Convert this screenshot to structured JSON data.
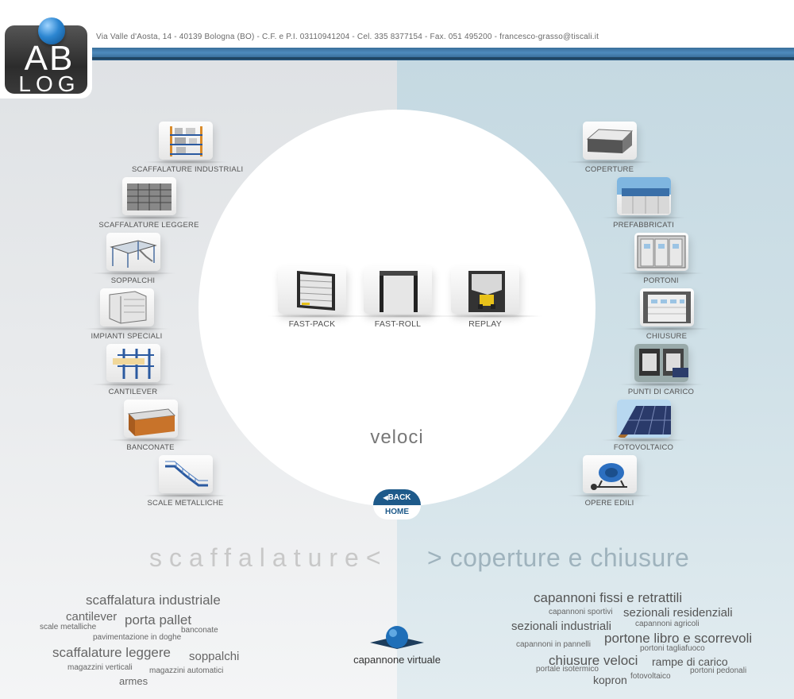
{
  "header": {
    "address": "Via Valle d'Aosta, 14 - 40139 Bologna (BO) - C.F. e P.I. 03110941204 - Cel. 335 8377154 - Fax. 051 495200 - francesco-grasso@tiscali.it"
  },
  "logo": {
    "top": "AB",
    "bottom": "LOG"
  },
  "left_menu": [
    {
      "label": "SCAFFALATURE INDUSTRIALI",
      "icon": "industrial-shelving-icon"
    },
    {
      "label": "SCAFFALATURE LEGGERE",
      "icon": "light-shelving-icon"
    },
    {
      "label": "SOPPALCHI",
      "icon": "mezzanine-icon"
    },
    {
      "label": "IMPIANTI SPECIALI",
      "icon": "special-systems-icon"
    },
    {
      "label": "CANTILEVER",
      "icon": "cantilever-icon"
    },
    {
      "label": "BANCONATE",
      "icon": "counter-icon"
    },
    {
      "label": "SCALE METALLICHE",
      "icon": "metal-stairs-icon"
    }
  ],
  "right_menu": [
    {
      "label": "COPERTURE",
      "icon": "roofing-icon"
    },
    {
      "label": "PREFABBRICATI",
      "icon": "prefab-icon"
    },
    {
      "label": "PORTONI",
      "icon": "gates-icon"
    },
    {
      "label": "CHIUSURE",
      "icon": "closures-icon"
    },
    {
      "label": "PUNTI DI CARICO",
      "icon": "loading-dock-icon"
    },
    {
      "label": "FOTOVOLTAICO",
      "icon": "solar-panel-icon"
    },
    {
      "label": "OPERE EDILI",
      "icon": "concrete-mixer-icon"
    }
  ],
  "center": {
    "products": [
      {
        "label": "FAST-PACK",
        "icon": "fast-pack-door-icon"
      },
      {
        "label": "FAST-ROLL",
        "icon": "fast-roll-door-icon"
      },
      {
        "label": "REPLAY",
        "icon": "replay-door-icon"
      }
    ],
    "title": "veloci"
  },
  "back_home": {
    "back": "BACK",
    "home": "HOME"
  },
  "sections": {
    "left": "scaffalature<",
    "right": "> coperture e chiusure"
  },
  "left_tags": [
    {
      "text": "scaffalatura industriale"
    },
    {
      "text": "cantilever"
    },
    {
      "text": "porta pallet"
    },
    {
      "text": "scale metalliche"
    },
    {
      "text": "banconate"
    },
    {
      "text": "pavimentazione in doghe"
    },
    {
      "text": "scaffalature leggere"
    },
    {
      "text": "soppalchi"
    },
    {
      "text": "magazzini verticali"
    },
    {
      "text": "magazzini automatici"
    },
    {
      "text": "armes"
    }
  ],
  "right_tags": [
    {
      "text": "capannoni fissi e retrattili"
    },
    {
      "text": "capannoni sportivi"
    },
    {
      "text": "sezionali residenziali"
    },
    {
      "text": "capannoni agricoli"
    },
    {
      "text": "sezionali industriali"
    },
    {
      "text": "portone libro e scorrevoli"
    },
    {
      "text": "capannoni in pannelli"
    },
    {
      "text": "portoni tagliafuoco"
    },
    {
      "text": "chiusure veloci"
    },
    {
      "text": "rampe di carico"
    },
    {
      "text": "portale isotermico"
    },
    {
      "text": "portoni pedonali"
    },
    {
      "text": "kopron"
    },
    {
      "text": "fotovoltaico"
    }
  ],
  "virtual": {
    "label": "capannone virtuale",
    "icon": "globe-icon"
  }
}
